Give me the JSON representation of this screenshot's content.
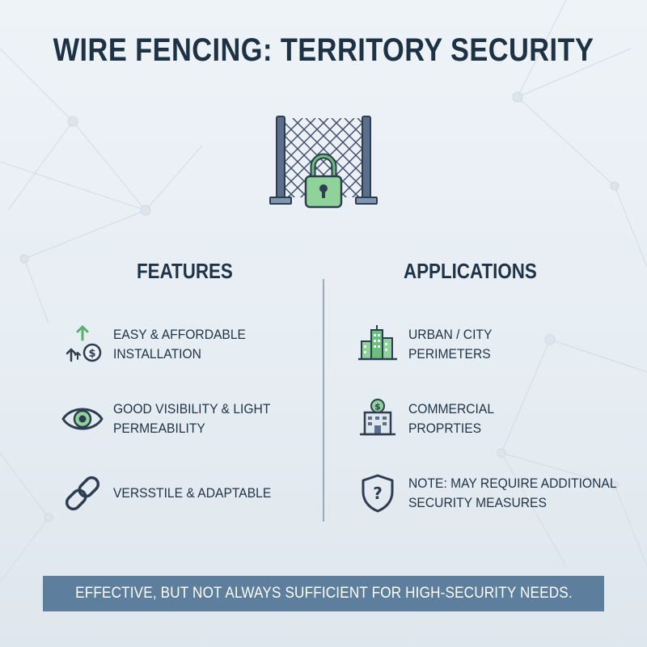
{
  "title": "WIRE FENCING: TERRITORY SECURITY",
  "features": {
    "heading": "FEATURES",
    "items": [
      {
        "label": "EASY & AFFORDABLE\nINSTALLATION",
        "icon": "arrows-dollar-icon"
      },
      {
        "label": "GOOD VISIBILITY & LIGHT\nPERMEABILITY",
        "icon": "eye-icon"
      },
      {
        "label": "VERSSTILE & ADAPTABLE",
        "icon": "chain-link-icon"
      }
    ]
  },
  "applications": {
    "heading": "APPLICATIONS",
    "items": [
      {
        "label": "URBAN / CITY\nPERIMETERS",
        "icon": "city-buildings-icon"
      },
      {
        "label": "COMMERCIAL\nPROPRTIES",
        "icon": "commercial-building-icon"
      },
      {
        "label": "NOTE: MAY REQUIRE ADDITIONAL\nSECURITY MEASURES",
        "icon": "shield-question-icon"
      }
    ]
  },
  "footer": "EFFECTIVE, BUT NOT ALWAYS SUFFICIENT FOR HIGH-SECURITY NEEDS.",
  "colors": {
    "text": "#1f3347",
    "accent_green": "#5fae6e",
    "post_blue": "#5b6f8c",
    "footer_band": "#5d7f9d",
    "footer_text": "#ffffff"
  }
}
